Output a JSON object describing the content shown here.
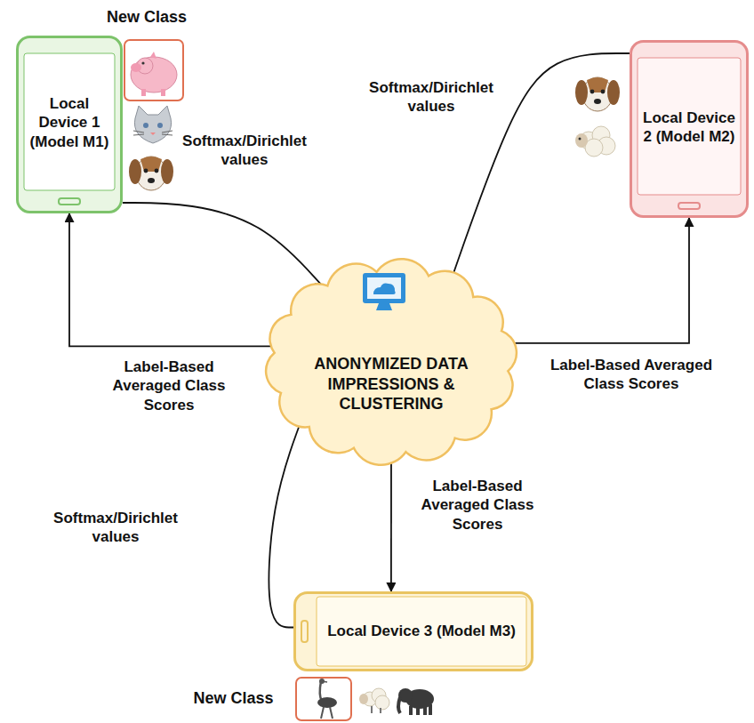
{
  "diagram": {
    "nodes": [
      {
        "text": [
          "Local Device 1 (Model M1)"
        ]
      },
      {
        "text": [
          "Local Device 2 (Model M2)"
        ]
      },
      {
        "text": [
          "ANONYMIZED DATA IMPRESSIONS & CLUSTERING"
        ]
      },
      {
        "text": [
          "Local Device 3 (Model M3)"
        ]
      }
    ],
    "edges": [
      {
        "from": 0,
        "to": 2,
        "arrow": "to",
        "label": "Softmax/Dirichlet values"
      },
      {
        "from": 1,
        "to": 2,
        "arrow": "to",
        "label": "Softmax/Dirichlet values"
      },
      {
        "from": 3,
        "to": 2,
        "arrow": "to",
        "label": "Softmax/Dirichlet values"
      },
      {
        "from": 2,
        "to": 0,
        "arrow": "to",
        "label": "Label-Based Averaged Class Scores"
      },
      {
        "from": 2,
        "to": 1,
        "arrow": "to",
        "label": "Label-Based Averaged Class Scores"
      },
      {
        "from": 2,
        "to": 3,
        "arrow": "to",
        "label": "Label-Based Averaged Class Scores"
      }
    ],
    "labels": [
      "New Class",
      "New Class"
    ]
  }
}
